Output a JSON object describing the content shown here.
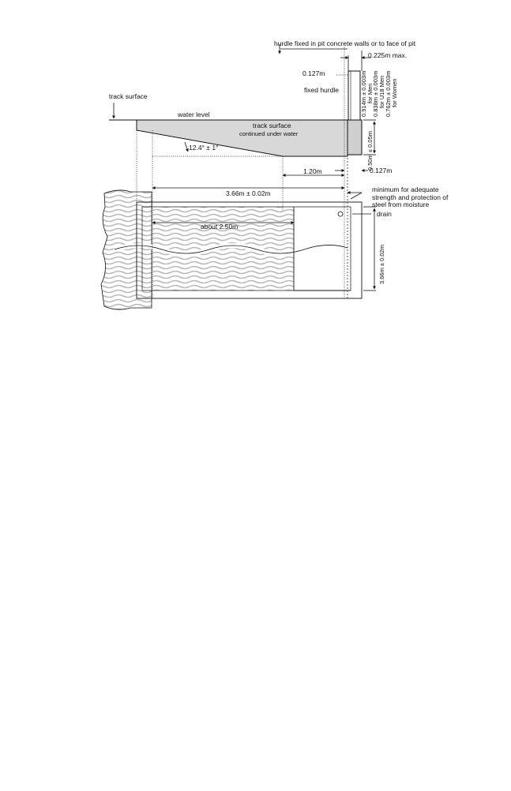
{
  "labels": {
    "top_title": "hurdle fixed in pit concrete walls or to face of pit",
    "max_clearance": "0.225m max.",
    "hurdle_offset": "0.127m",
    "fixed_hurdle": "fixed hurdle",
    "track_surface": "track surface",
    "water_level": "water level",
    "track_surface_2": "track surface",
    "continued_under_water": "continued under water",
    "slope": "12.4° ± 1°",
    "length_120": "1.20m",
    "right_0127": "0.127m",
    "length_366": "3.66m ± 0.02m",
    "min_line1": "minimum for adequate",
    "min_line2": "strength and protection of",
    "min_line3": "steel from moisture",
    "drain": "drain",
    "about_250": "about 2.50m",
    "depth_050": "0.50m ± 0.05m",
    "depth_366": "3.66m ± 0.02m",
    "men_h1": "0.914m ± 0.003m",
    "men_h1b": "for Men",
    "women_h1": "0.838m ± 0.003m",
    "women_h1b": "for U18 Men",
    "women_h2": "0.762m ± 0.003m",
    "women_h2b": "for Women"
  },
  "colors": {
    "wall_fill": "#d8d8d8",
    "soil_stripe": "#b9b9b9",
    "line": "#111111"
  }
}
